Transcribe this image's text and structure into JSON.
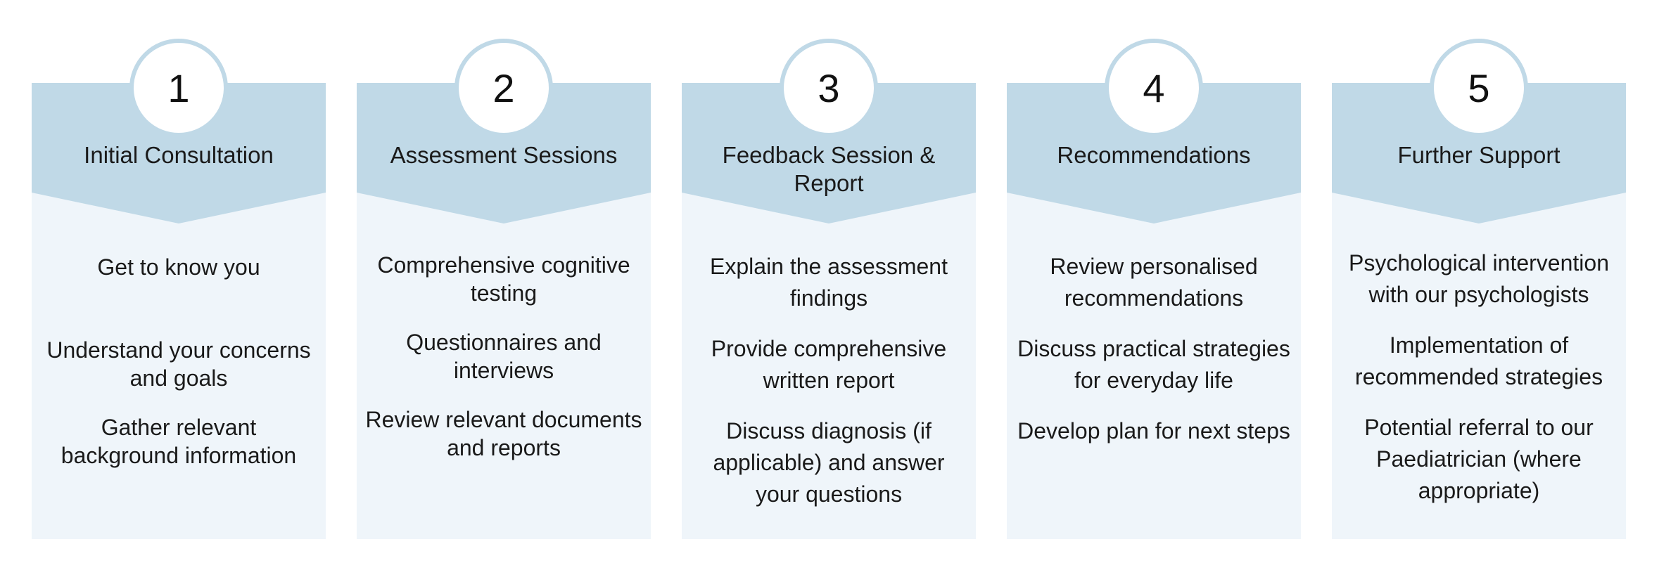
{
  "steps": [
    {
      "number": "1",
      "title": "Initial Consultation",
      "items": [
        "Get to know you",
        "Understand your concerns and goals",
        "Gather relevant background information"
      ]
    },
    {
      "number": "2",
      "title": "Assessment Sessions",
      "items": [
        "Comprehensive cognitive testing",
        "Questionnaires and interviews",
        "Review relevant documents and reports"
      ]
    },
    {
      "number": "3",
      "title": "Feedback Session & Report",
      "items": [
        "Explain the assessment findings",
        "Provide comprehensive written report",
        "Discuss diagnosis (if applicable) and answer your questions"
      ]
    },
    {
      "number": "4",
      "title": "Recommendations",
      "items": [
        "Review personalised recommendations",
        "Discuss practical strategies for everyday life",
        "Develop plan for next steps"
      ]
    },
    {
      "number": "5",
      "title": "Further Support",
      "items": [
        "Psychological intervention with our psychologists",
        "Implementation of recommended strategies",
        "Potential referral to our Paediatrician (where appropriate)"
      ]
    }
  ]
}
